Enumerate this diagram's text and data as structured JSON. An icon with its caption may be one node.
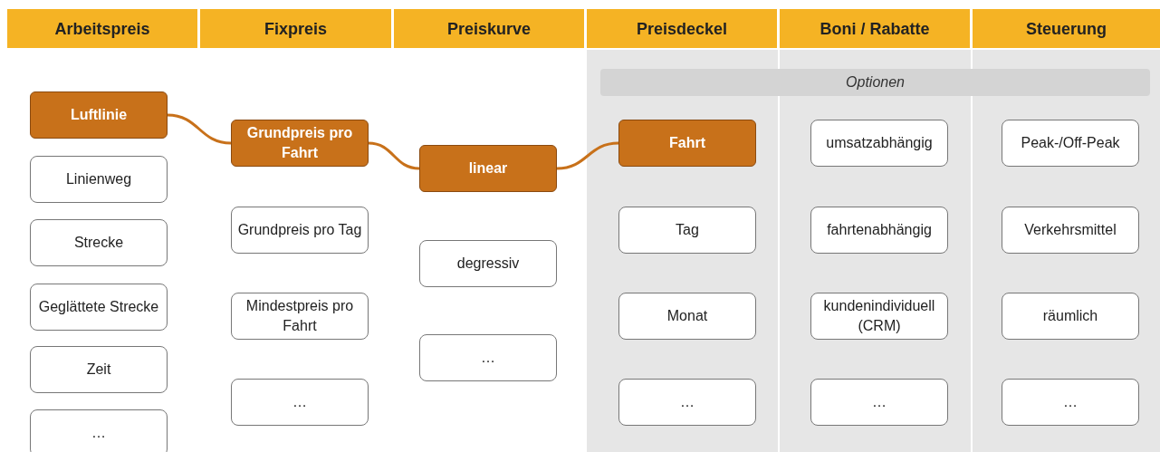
{
  "diagram": {
    "nodes": [
      {
        "text": [
          "Arbeitspreis"
        ]
      },
      {
        "text": [
          "Fixpreis"
        ]
      },
      {
        "text": [
          "Preiskurve"
        ]
      },
      {
        "text": [
          "Preisdeckel"
        ]
      },
      {
        "text": [
          "Boni / Rabatte"
        ]
      },
      {
        "text": [
          "Steuerung"
        ]
      },
      {
        "text": [
          "Optionen"
        ]
      },
      {
        "text": [
          "Luftlinie"
        ]
      },
      {
        "text": [
          "Linienweg"
        ]
      },
      {
        "text": [
          "Strecke"
        ]
      },
      {
        "text": [
          "Geglättete Strecke"
        ]
      },
      {
        "text": [
          "Zeit"
        ]
      },
      {
        "text": [
          "…"
        ]
      },
      {
        "text": [
          "Grundpreis pro Fahrt"
        ]
      },
      {
        "text": [
          "Grundpreis pro Tag"
        ]
      },
      {
        "text": [
          "Mindestpreis pro Fahrt"
        ]
      },
      {
        "text": [
          "…"
        ]
      },
      {
        "text": [
          "linear"
        ]
      },
      {
        "text": [
          "degressiv"
        ]
      },
      {
        "text": [
          "…"
        ]
      },
      {
        "text": [
          "Fahrt"
        ]
      },
      {
        "text": [
          "Tag"
        ]
      },
      {
        "text": [
          "Monat"
        ]
      },
      {
        "text": [
          "…"
        ]
      },
      {
        "text": [
          "umsatzabhängig"
        ]
      },
      {
        "text": [
          "fahrtenabhängig"
        ]
      },
      {
        "text": [
          "kundenindividuell (CRM)"
        ]
      },
      {
        "text": [
          "…"
        ]
      },
      {
        "text": [
          "Peak-/Off-Peak"
        ]
      },
      {
        "text": [
          "Verkehrsmittel"
        ]
      },
      {
        "text": [
          "räumlich"
        ]
      },
      {
        "text": [
          "…"
        ]
      }
    ],
    "edges": [
      {
        "from": 7,
        "to": 13,
        "arrow": "none"
      },
      {
        "from": 13,
        "to": 17,
        "arrow": "none"
      },
      {
        "from": 17,
        "to": 20,
        "arrow": "none"
      }
    ]
  }
}
